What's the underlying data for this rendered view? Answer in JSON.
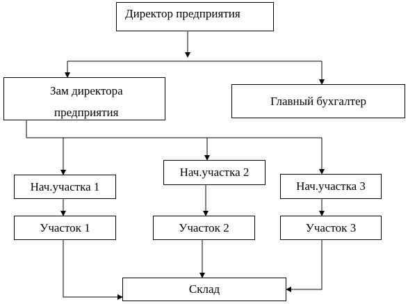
{
  "diagram": {
    "nodes": {
      "director": "Директор предприятия",
      "deputy_line1": "Зам директора",
      "deputy_line2": "предприятия",
      "accountant": "Главный бухгалтер",
      "head1": "Нач.участка 1",
      "head2": "Нач.участка 2",
      "head3": "Нач.участка 3",
      "section1": "Участок 1",
      "section2": "Участок 2",
      "section3": "Участок 3",
      "warehouse": "Склад"
    }
  }
}
